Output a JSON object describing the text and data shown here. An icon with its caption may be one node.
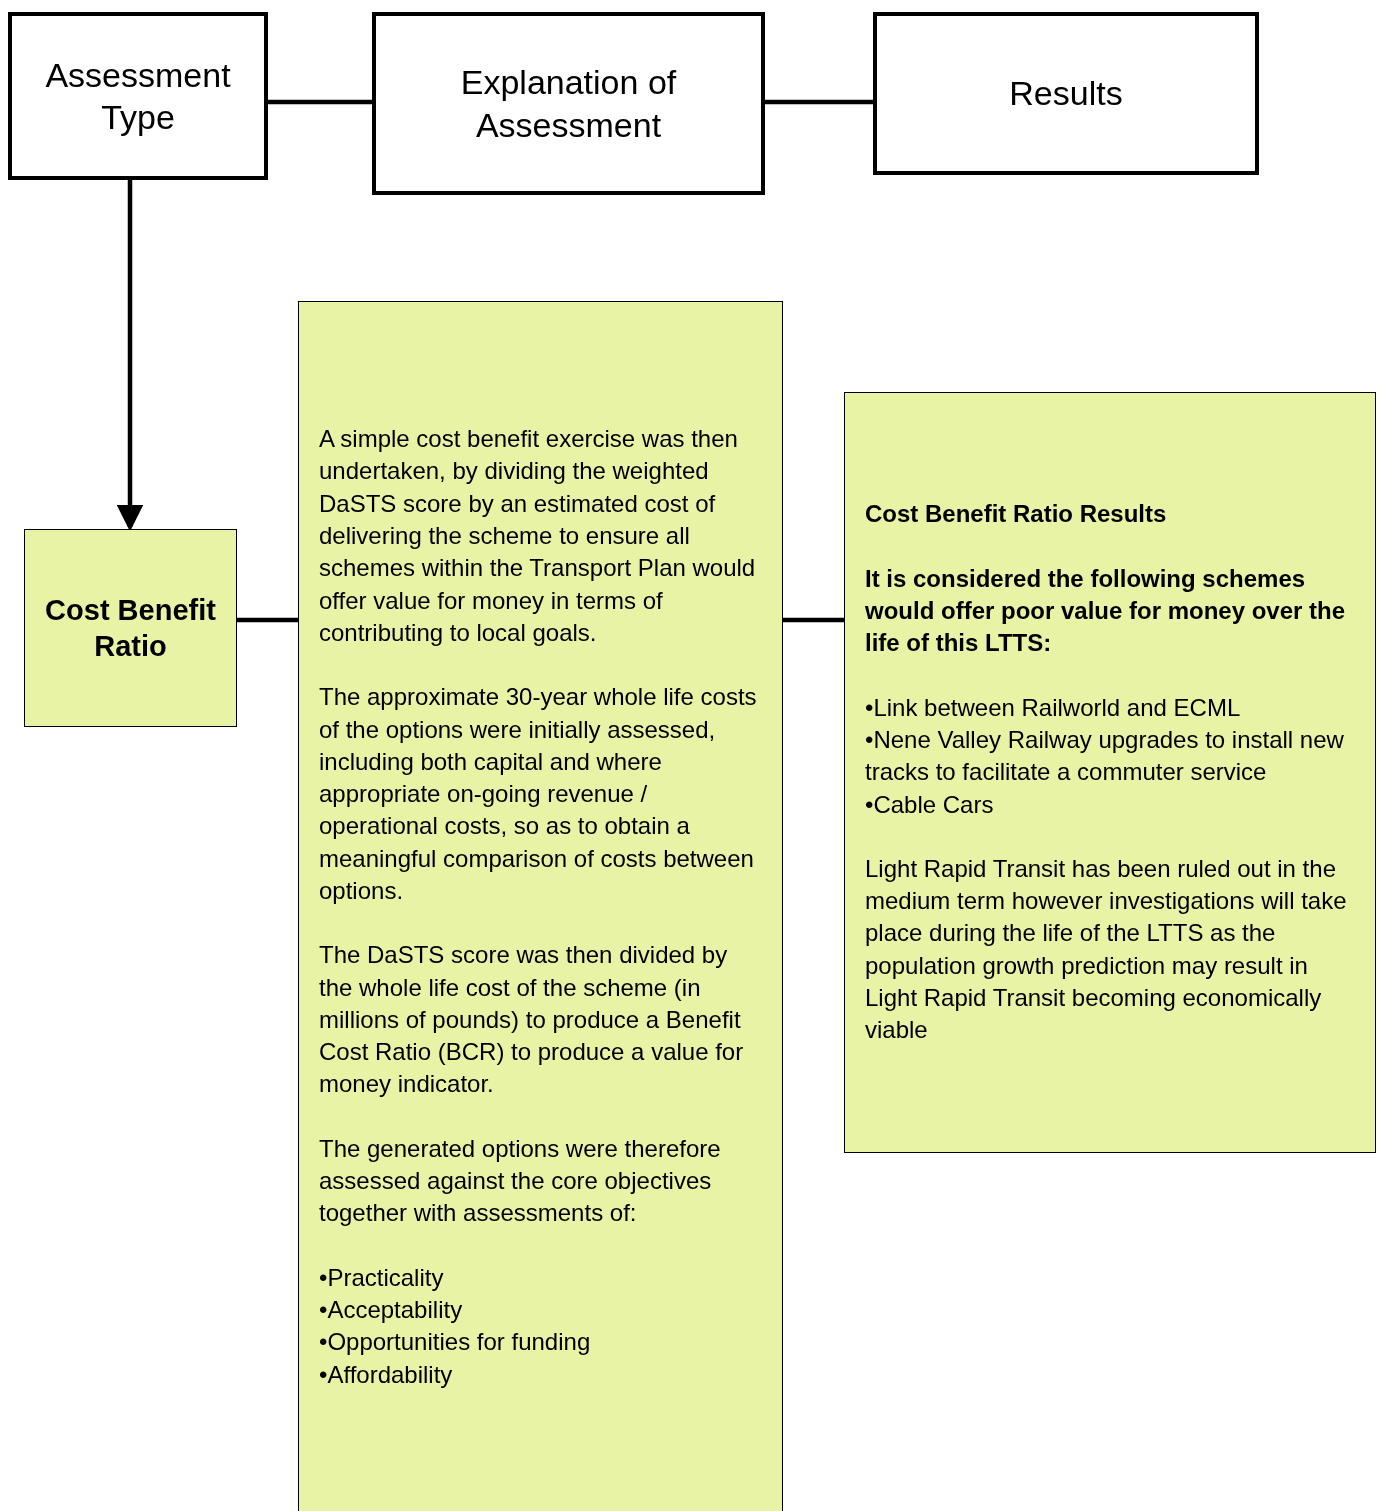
{
  "diagram": {
    "nodes": [
      {
        "text": [
          "Assessment Type"
        ]
      },
      {
        "text": [
          "Explanation of Assessment"
        ]
      },
      {
        "text": [
          "Results"
        ]
      },
      {
        "text": [
          "Cost Benefit Ratio"
        ]
      },
      {
        "text": [
          "A simple cost benefit exercise was then undertaken, by dividing the weighted DaSTS score by an estimated cost of delivering the scheme to ensure all schemes within the Transport Plan would offer value for money in terms of contributing to local goals.",
          "The approximate 30-year whole life costs of the options were initially assessed, including both capital and where appropriate on-going revenue / operational costs, so as to obtain a meaningful comparison of costs between options.",
          "The DaSTS score was then divided by the whole life cost of the scheme (in millions of pounds) to produce a Benefit Cost Ratio (BCR) to produce a value for money indicator.",
          "The generated options were therefore assessed against the core objectives together with assessments of:",
          "•Practicality",
          "•Acceptability",
          "•Opportunities for funding",
          "•Affordability"
        ]
      },
      {
        "text": [
          "Cost Benefit Ratio Results",
          "It is considered the following schemes would offer poor value for money over the life of this LTTS:",
          "•Link between Railworld and ECML",
          "•Nene Valley Railway upgrades to install new tracks to facilitate a commuter service",
          "•Cable Cars",
          "Light Rapid Transit has been ruled out in the medium term however investigations will take place during the life of the LTTS as the population growth prediction may result in Light Rapid Transit becoming economically viable"
        ]
      }
    ],
    "edges": [
      {
        "from": 0,
        "to": 1,
        "arrow": "none"
      },
      {
        "from": 1,
        "to": 2,
        "arrow": "none"
      },
      {
        "from": 0,
        "to": 3,
        "arrow": "to"
      },
      {
        "from": 3,
        "to": 4,
        "arrow": "none"
      },
      {
        "from": 4,
        "to": 5,
        "arrow": "none"
      }
    ]
  }
}
